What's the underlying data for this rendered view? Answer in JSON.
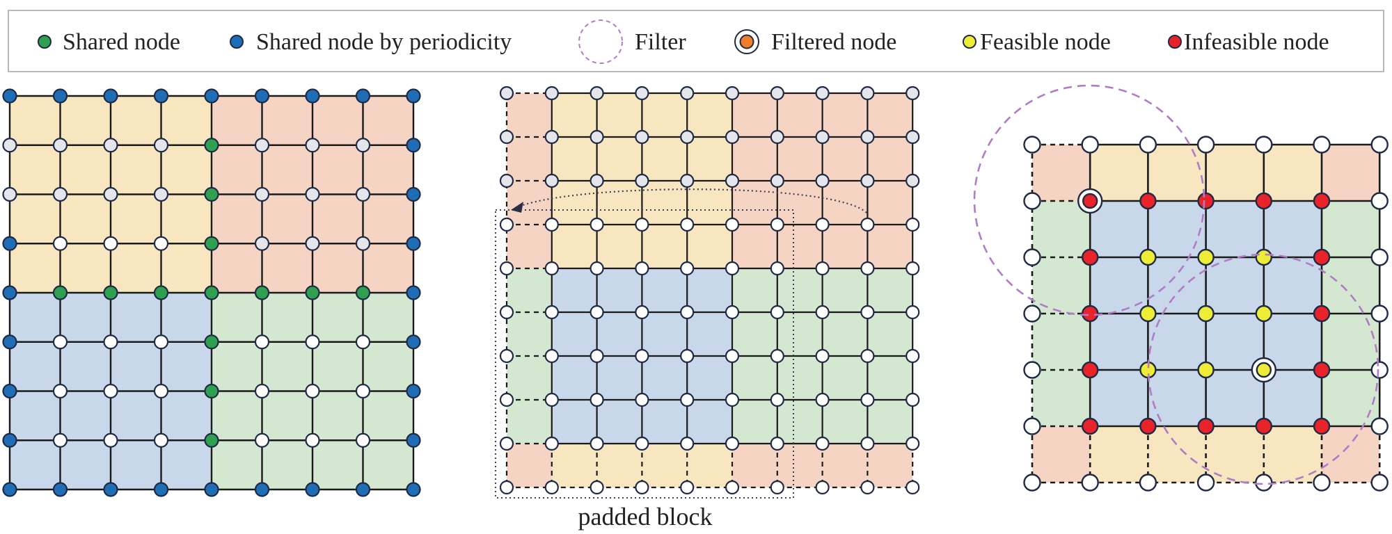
{
  "legend": {
    "items": [
      {
        "key": "shared",
        "label": "Shared node"
      },
      {
        "key": "periodic",
        "label": "Shared node by periodicity"
      },
      {
        "key": "filter",
        "label": "Filter"
      },
      {
        "key": "filtered",
        "label": "Filtered node"
      },
      {
        "key": "feasible",
        "label": "Feasible node"
      },
      {
        "key": "infeasible",
        "label": "Infeasible node"
      }
    ]
  },
  "panels": {
    "middle": {
      "caption": "padded block"
    }
  },
  "colors": {
    "yellow_block": "#f8e6c0",
    "red_block": "#f5d4c4",
    "blue_block": "#c9d7ea",
    "green_block": "#d4e7d1",
    "node_white": "#ffffff",
    "node_light": "#e4e6ec",
    "node_border": "#1f2a44",
    "shared_green": "#2ea04f",
    "periodic_blue": "#1f6db5",
    "feasible_yellow": "#eded38",
    "infeasible_red": "#e8232a",
    "filtered_orange": "#f07d2c",
    "filter_purple": "#b07cc6"
  }
}
